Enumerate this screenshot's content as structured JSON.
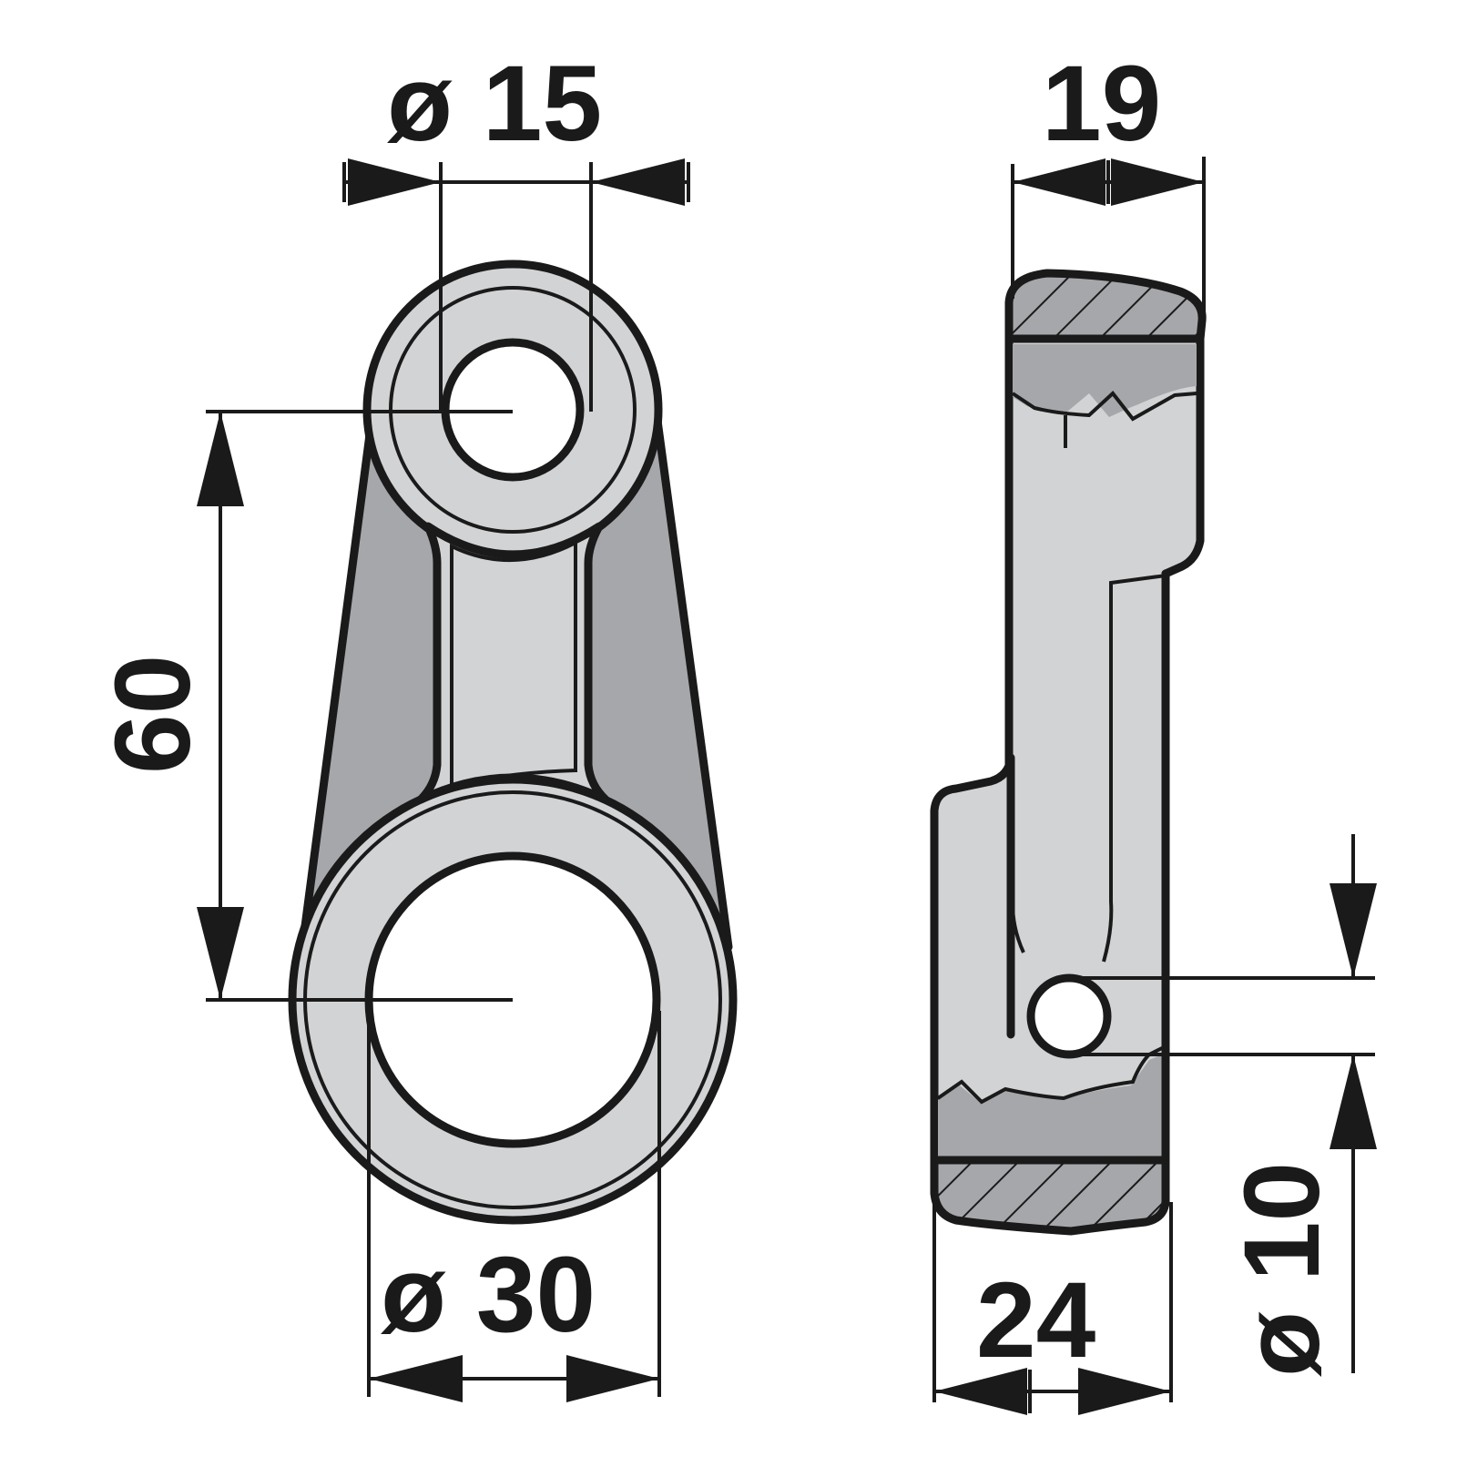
{
  "dimensions": {
    "front_small_bore": "ø 15",
    "front_large_bore": "ø 30",
    "front_center_distance": "60",
    "side_top_width": "19",
    "side_bottom_width": "24",
    "side_hole": "ø 10"
  },
  "colors": {
    "light_fill": "#d2d3d5",
    "dark_fill": "#a6a7aa",
    "line": "#1a1a1a"
  }
}
